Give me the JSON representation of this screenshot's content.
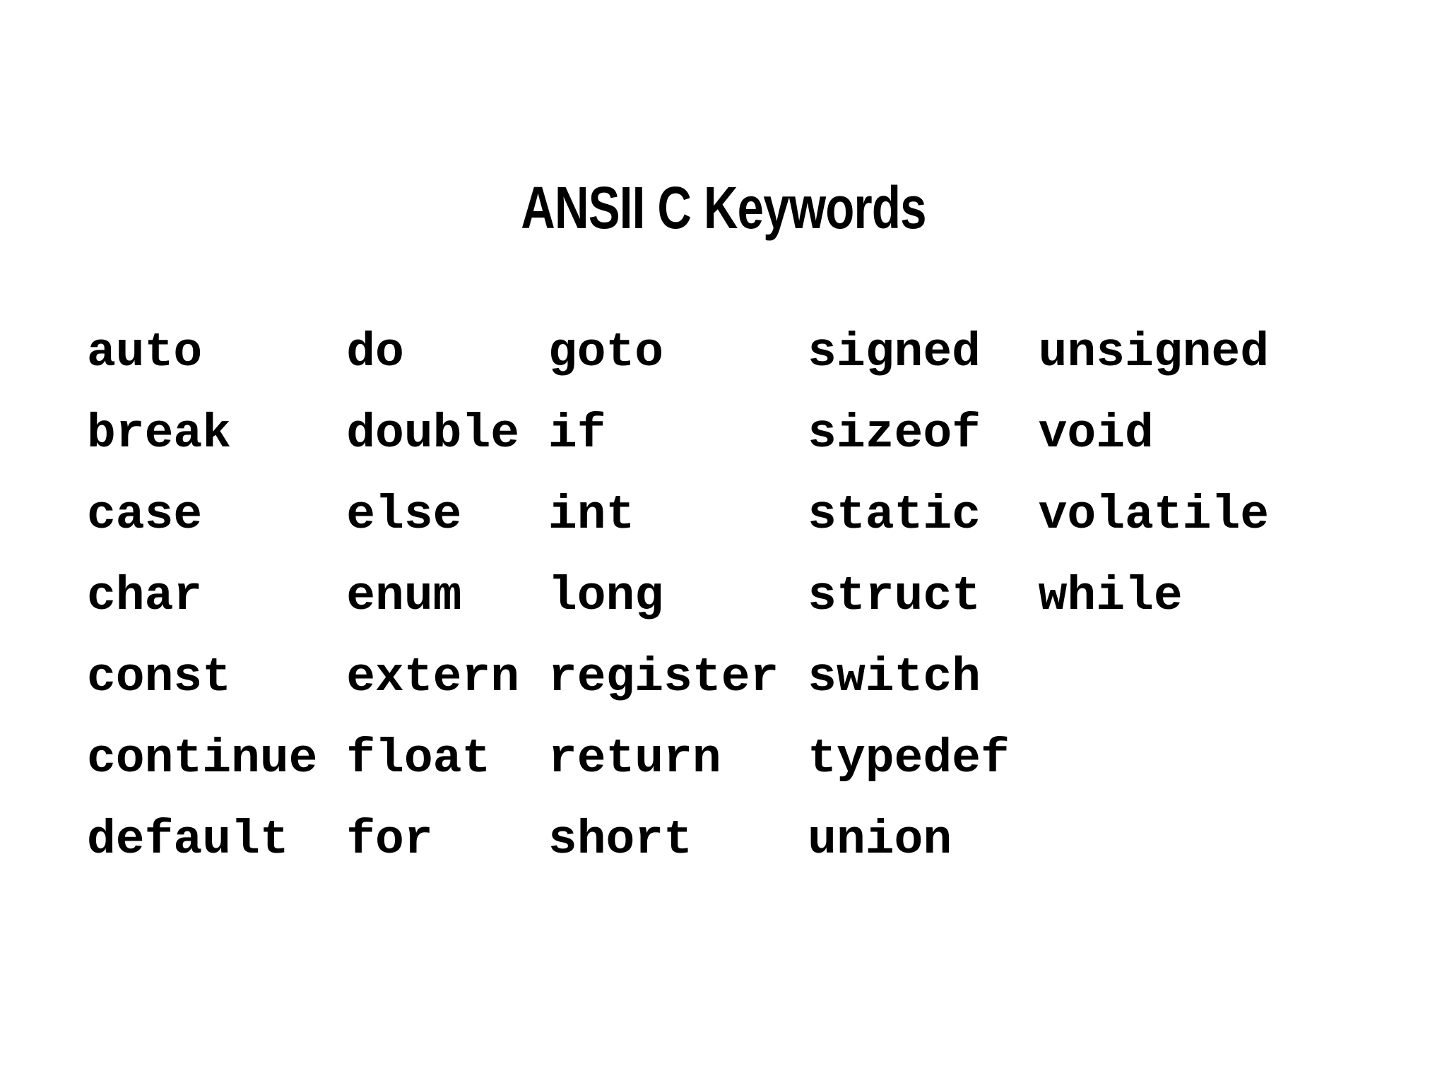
{
  "slide": {
    "title": "ANSII C Keywords",
    "colors": {
      "background": "#ffffff",
      "text": "#000000"
    },
    "keywords": {
      "rows": [
        [
          "auto",
          "do",
          "goto",
          "signed",
          "unsigned"
        ],
        [
          "break",
          "double",
          "if",
          "sizeof",
          "void"
        ],
        [
          "case",
          "else",
          "int",
          "static",
          "volatile"
        ],
        [
          "char",
          "enum",
          "long",
          "struct",
          "while"
        ],
        [
          "const",
          "extern",
          "register",
          "switch"
        ],
        [
          "continue",
          "float",
          "return",
          "typedef"
        ],
        [
          "default",
          "for",
          "short",
          "union"
        ]
      ]
    }
  }
}
